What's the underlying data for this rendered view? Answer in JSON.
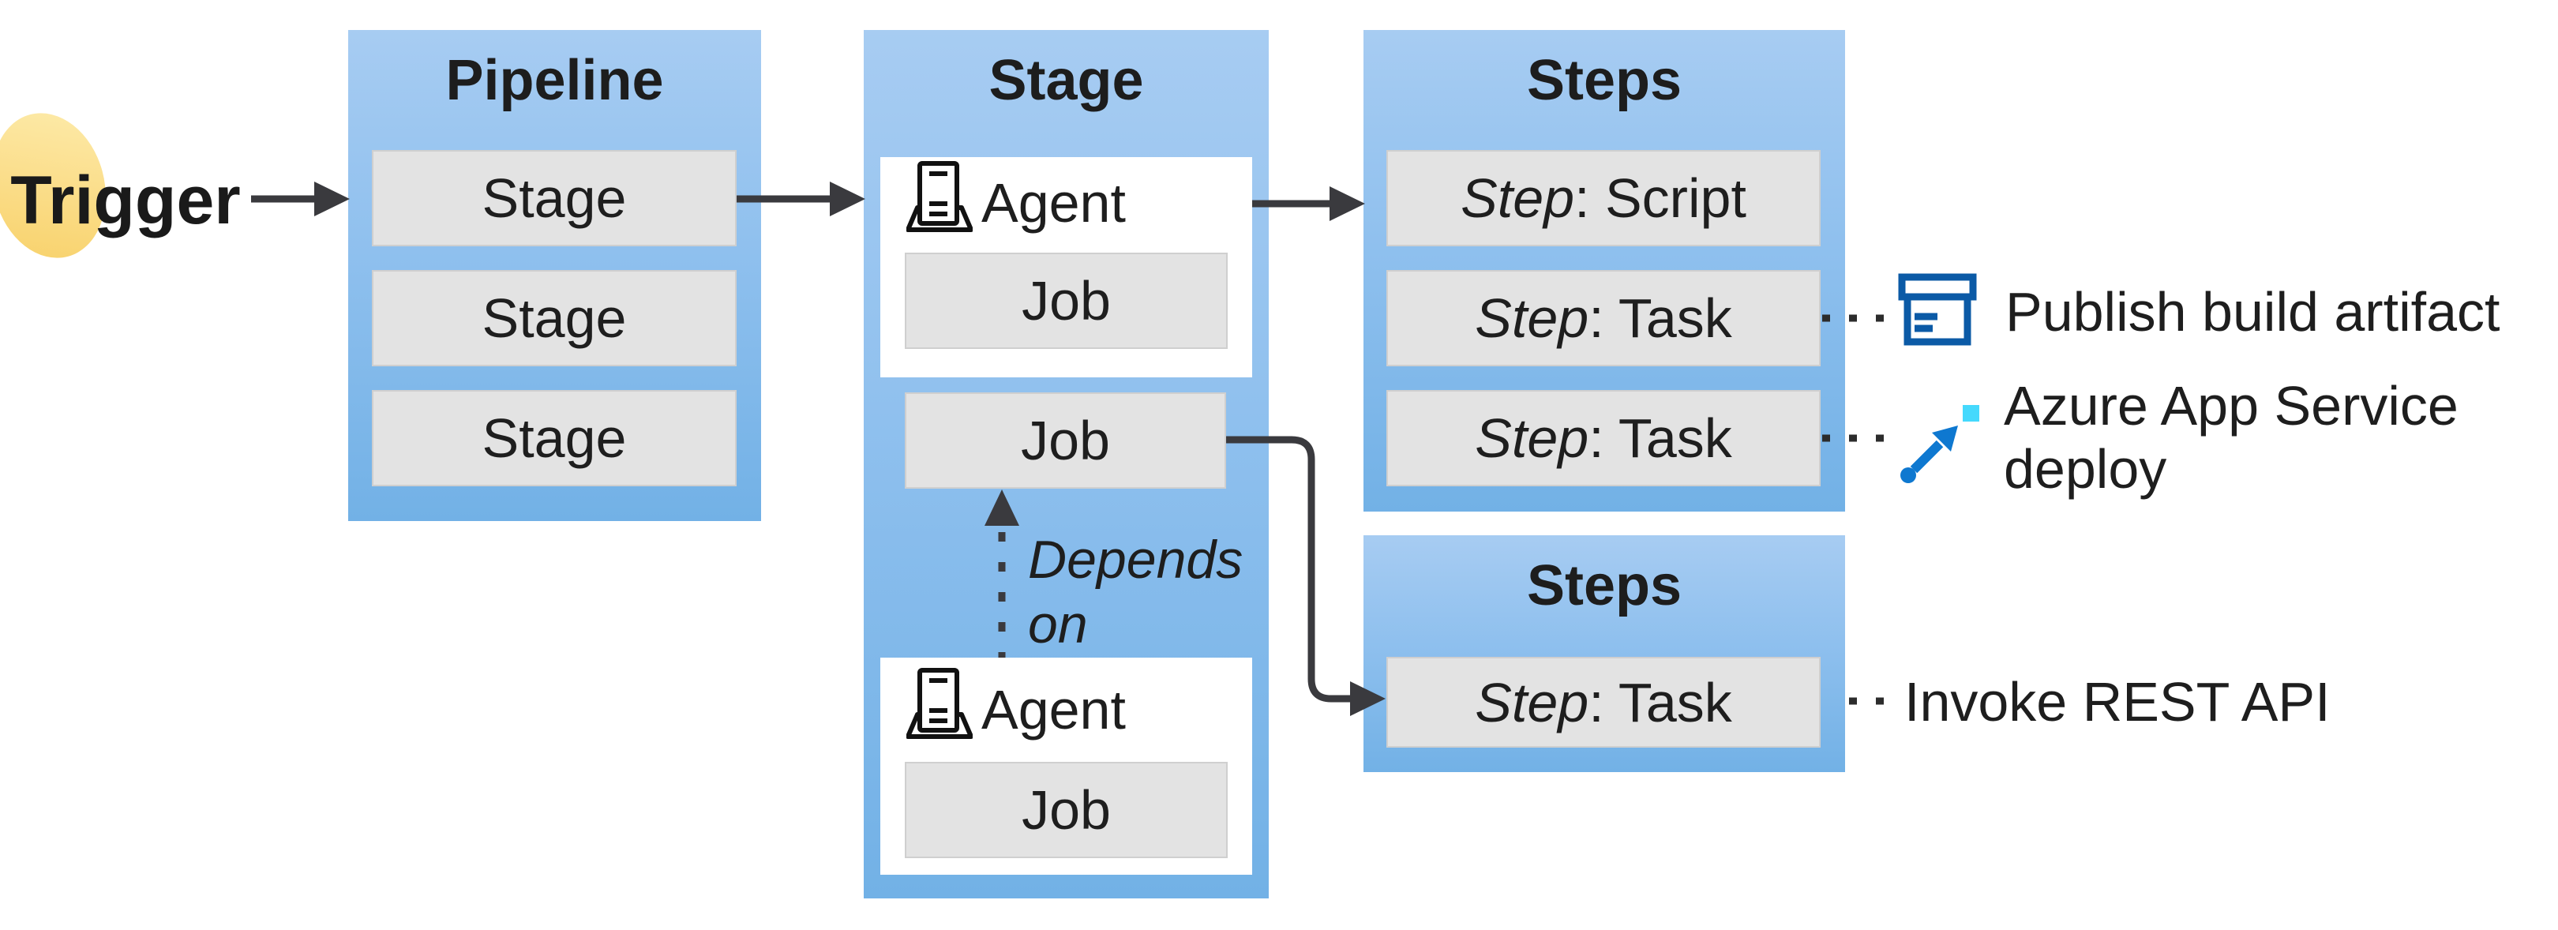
{
  "trigger": {
    "label": "Trigger"
  },
  "pipeline": {
    "title": "Pipeline",
    "rows": [
      "Stage",
      "Stage",
      "Stage"
    ]
  },
  "stage": {
    "title": "Stage",
    "agent_top": {
      "label": "Agent",
      "job": "Job"
    },
    "job": "Job",
    "depends_label": "Depends on",
    "agent_bottom": {
      "label": "Agent",
      "job": "Job"
    }
  },
  "steps_top": {
    "title": "Steps",
    "rows": [
      {
        "step": "Step",
        "detail": ": Script"
      },
      {
        "step": "Step",
        "detail": ": Task"
      },
      {
        "step": "Step",
        "detail": ": Task"
      }
    ]
  },
  "steps_bottom": {
    "title": "Steps",
    "rows": [
      {
        "step": "Step",
        "detail": ": Task"
      }
    ]
  },
  "annotations": {
    "publish": {
      "icon": "archive-box-icon",
      "label": "Publish build artifact"
    },
    "deploy": {
      "icon": "deploy-arrow-icon",
      "label_lines": [
        "Azure App Service",
        "deploy"
      ]
    },
    "invoke": {
      "label": "Invoke REST API"
    }
  },
  "colors": {
    "panel_blue_top": "#a7ccf2",
    "panel_blue_bottom": "#72b1e6",
    "row_gray": "#e3e3e3",
    "arrow_dark": "#3a3a3e",
    "publish_blue": "#0b5aa6",
    "deploy_blue": "#0e78d0",
    "deploy_cyan": "#45d9fd",
    "highlight_yellow": "#f9d778",
    "text": "#1d1d1d"
  }
}
